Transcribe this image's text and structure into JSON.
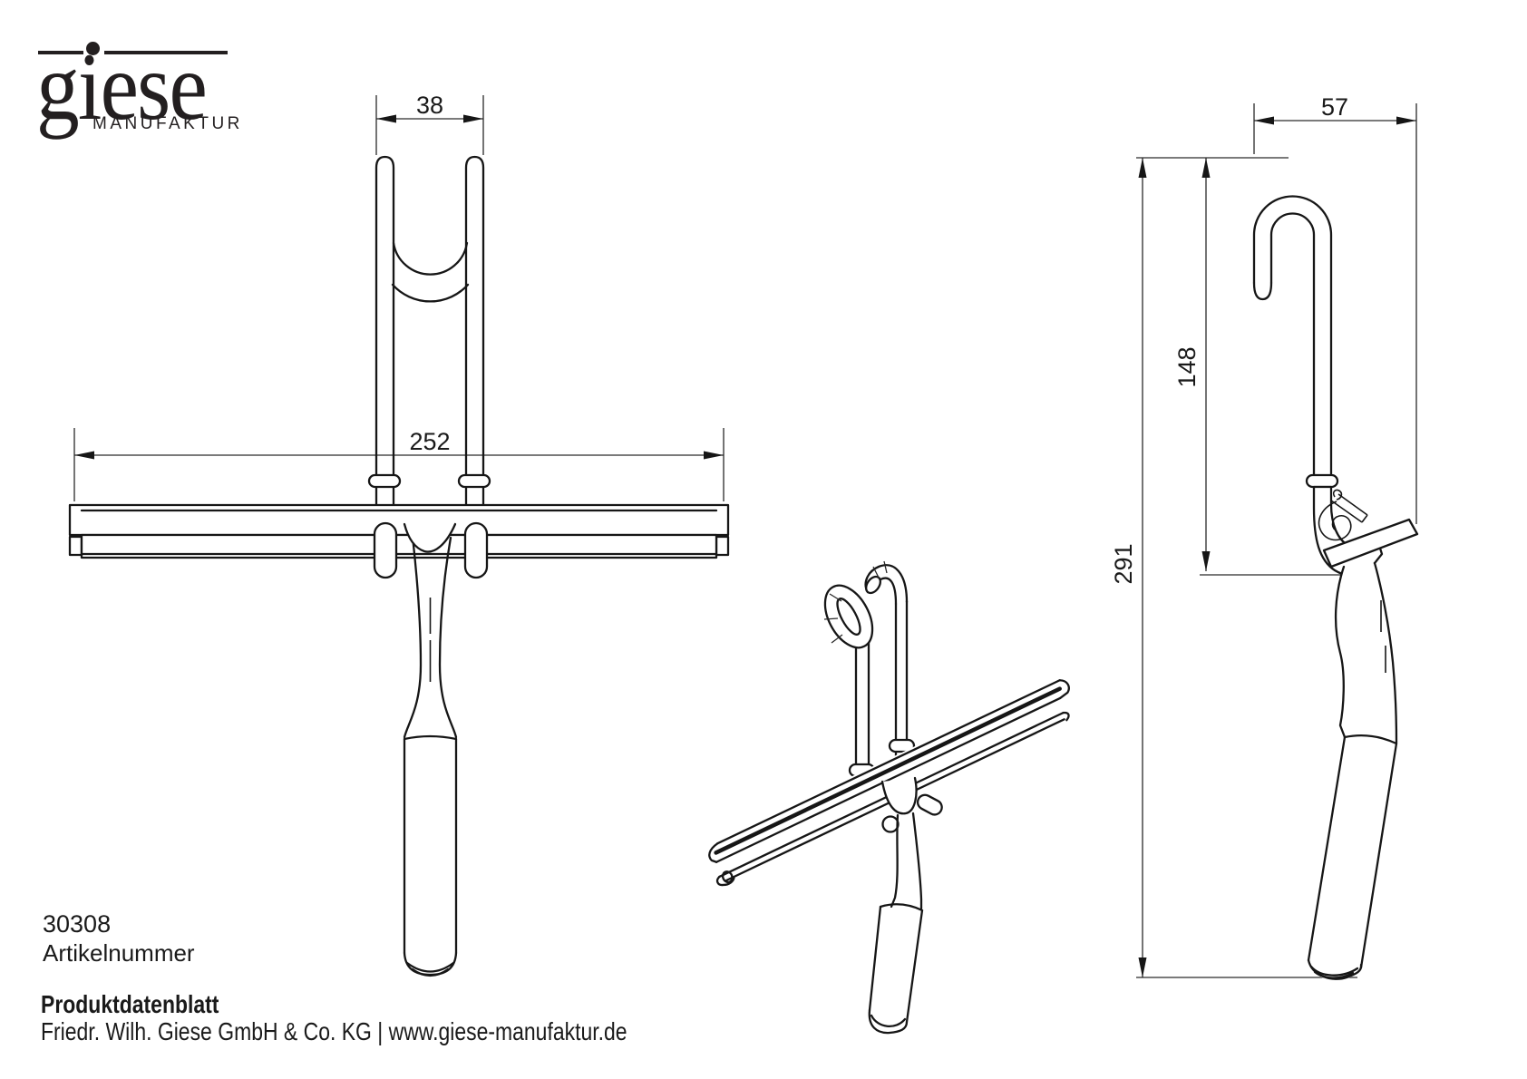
{
  "document": {
    "logo": {
      "brand": "giese",
      "subtitle": "MANUFAKTUR"
    },
    "article": {
      "number": "30308",
      "label": "Artikelnummer"
    },
    "footer": {
      "title": "Produktdatenblatt",
      "company": "Friedr. Wilh. Giese GmbH & Co. KG | www.giese-manufaktur.de"
    }
  },
  "dimensions": {
    "front": {
      "fork_width": "38",
      "blade_width": "252"
    },
    "side": {
      "hook_depth": "57",
      "hook_height": "148",
      "total_height": "291"
    }
  },
  "colors": {
    "line": "#161616",
    "thin_line": "#2a2a2a",
    "background": "#ffffff",
    "text": "#1a1a1a"
  }
}
